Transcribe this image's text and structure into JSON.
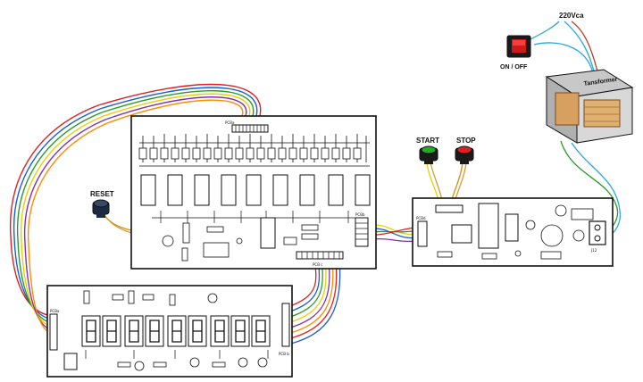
{
  "labels": {
    "power": "220Vca",
    "switch": "ON / OFF",
    "transformer": "Tansformer",
    "start": "START",
    "stop": "STOP",
    "reset": "RESET"
  },
  "connectors": {
    "main_top": "PCBa",
    "main_right": "PCBb",
    "main_bottom": "PCB c",
    "display_left": "PCBa",
    "display_right": "PCB b",
    "power_left": "PCBd",
    "power_right": "J12"
  },
  "colors": {
    "ribbon": [
      "#e02020",
      "#1a5fd0",
      "#2a9a2a",
      "#e8d000",
      "#8030b0",
      "#ff8c00"
    ],
    "power_wires": [
      "#2aa8d8",
      "#b04020",
      "#2a9a2a"
    ],
    "start_cap": "#2aa82a",
    "stop_cap": "#e02020",
    "switch": "#d01818"
  }
}
